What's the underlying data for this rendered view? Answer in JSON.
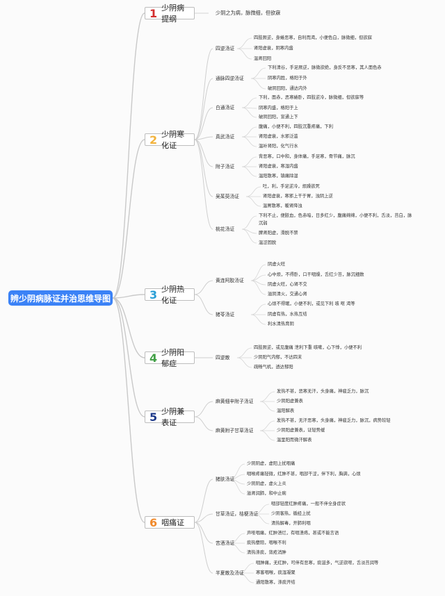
{
  "title": "辨少阴病脉证并治思维导图",
  "accent_color": "#3b82f6",
  "sections": [
    {
      "num": "1",
      "num_color": "#d32f2f",
      "label": "少阴病提纲",
      "note": "少阴之为病，脉微细，但欲寐",
      "items": []
    },
    {
      "num": "2",
      "num_color": "#f2b33d",
      "label": "少阴寒化证",
      "items": [
        {
          "name": "四逆汤证",
          "lines": [
            "四肢厥逆，身蜷恶寒，自利而渴，小便色白，脉微细，但欲寐",
            "肾阳虚衰，阴寒内盛",
            "温肾回阳"
          ]
        },
        {
          "name": "通脉四逆汤证",
          "lines": [
            "下利清谷，手足厥逆，脉微欲绝，身反不恶寒，其人面色赤",
            "阴寒内胜，格阳于外",
            "破阴回阳，通达内外"
          ]
        },
        {
          "name": "白通汤证",
          "lines": [
            "下利，面赤，恶寒蜷卧，四肢逆冷，脉微细，但欲寐等",
            "阴寒内盛，格阳于上",
            "破阴回阳，宣通上下"
          ]
        },
        {
          "name": "真武汤证",
          "lines": [
            "腹痛，小便不利，四肢沉重疼痛，下利",
            "肾阳虚衰，水邪泛滥",
            "温补肾阳，化气行水"
          ]
        },
        {
          "name": "附子汤证",
          "lines": [
            "背恶寒，口中和，身体痛，手足寒，骨节痛，脉沉",
            "肾阳虚衰，寒湿内盛",
            "温阳散寒，镇痛除湿"
          ]
        },
        {
          "name": "吴茱萸汤证",
          "lines": [
            "吐，利，手足逆冷，烦躁欲死",
            "肾阳虚衰，寒邪上干于胃，浊阴上逆",
            "温胃散寒，暖肾降浊"
          ]
        },
        {
          "name": "桃花汤证",
          "lines": [
            "下利不止，便脓血，色赤暗，日多红少，腹痛绵绵，小便不利，舌淡，苔白，脉",
            "沉弱",
            "脾肾阳虚，滑脱不禁",
            "温涩固脱"
          ]
        }
      ]
    },
    {
      "num": "3",
      "num_color": "#2a9fd6",
      "label": "少阴热化证",
      "items": [
        {
          "name": "黄连阿胶汤证",
          "lines": [
            "阴虚火旺",
            "心中烦，不得卧，口干咽燥，舌红少苔，脉沉细数",
            "阴虚火旺，心肾不交",
            "滋阴清火，交通心肾"
          ]
        },
        {
          "name": "猪苓汤证",
          "lines": [
            "心烦不得眠，小便不利，或见下利 咳 呕 渴等",
            "阴虚有热，水热互结",
            "利水清热育阴"
          ]
        }
      ]
    },
    {
      "num": "4",
      "num_color": "#43a047",
      "label": "少阴阳郁症",
      "items": [
        {
          "name": "四逆散",
          "lines": [
            "四肢厥逆，或见腹痛 泄利下重 咳嗽，心下悸，小便不利",
            "少阴阳气内郁，不达四末",
            "疏畅气机，透达郁阳"
          ]
        }
      ]
    },
    {
      "num": "5",
      "num_color": "#1e3a8a",
      "label": "少阴兼表证",
      "items": [
        {
          "name": "麻黄细辛附子汤证",
          "lines": [
            "发热不甚，恶寒无汗，头身痛，神疲乏力，脉沉",
            "少阴阳虚兼表",
            "温阳解表"
          ]
        },
        {
          "name": "麻黄附子甘草汤证",
          "lines": [
            "发热不甚，无汗恶寒，头身痛，神疲乏力，脉沉，病势较轻",
            "少阴阳虚兼表，证轻势缓",
            "温里阳而微汗解表"
          ]
        }
      ]
    },
    {
      "num": "6",
      "num_color": "#f08a2c",
      "label": "咽痛证",
      "items": [
        {
          "name": "猪肤汤证",
          "lines": [
            "少阴阴虚，虚阳上扰咽痛",
            "咽喉疼痛轻微，红肿不甚，咽部干涩，伴下利，胸满，心烦",
            "少阴阴虚，虚火上炎",
            "滋肾润肺，和中止痢"
          ]
        },
        {
          "name": "甘草汤证，桔梗汤证",
          "lines": [
            "咽部轻度红肿疼痛，一般不伴全身症状",
            "少阴客热，循经上扰",
            "清热解毒，开肺利咽"
          ]
        },
        {
          "name": "苦酒汤证",
          "lines": [
            "声哑咽痛，红肿溃烂，有咽溃疡，甚或不能言语",
            "痰热壅阻，咽喉不利",
            "清热涤痰，敛疮消肿"
          ]
        },
        {
          "name": "半夏散及汤证",
          "lines": [
            "咽肿痛，无红肿，可伴有恶寒，痰涎多，气逆欲呕，舌淡苔润等",
            "寒客咽喉，痰湿凝聚",
            "通阳散寒，涤痰开结"
          ]
        }
      ]
    }
  ]
}
